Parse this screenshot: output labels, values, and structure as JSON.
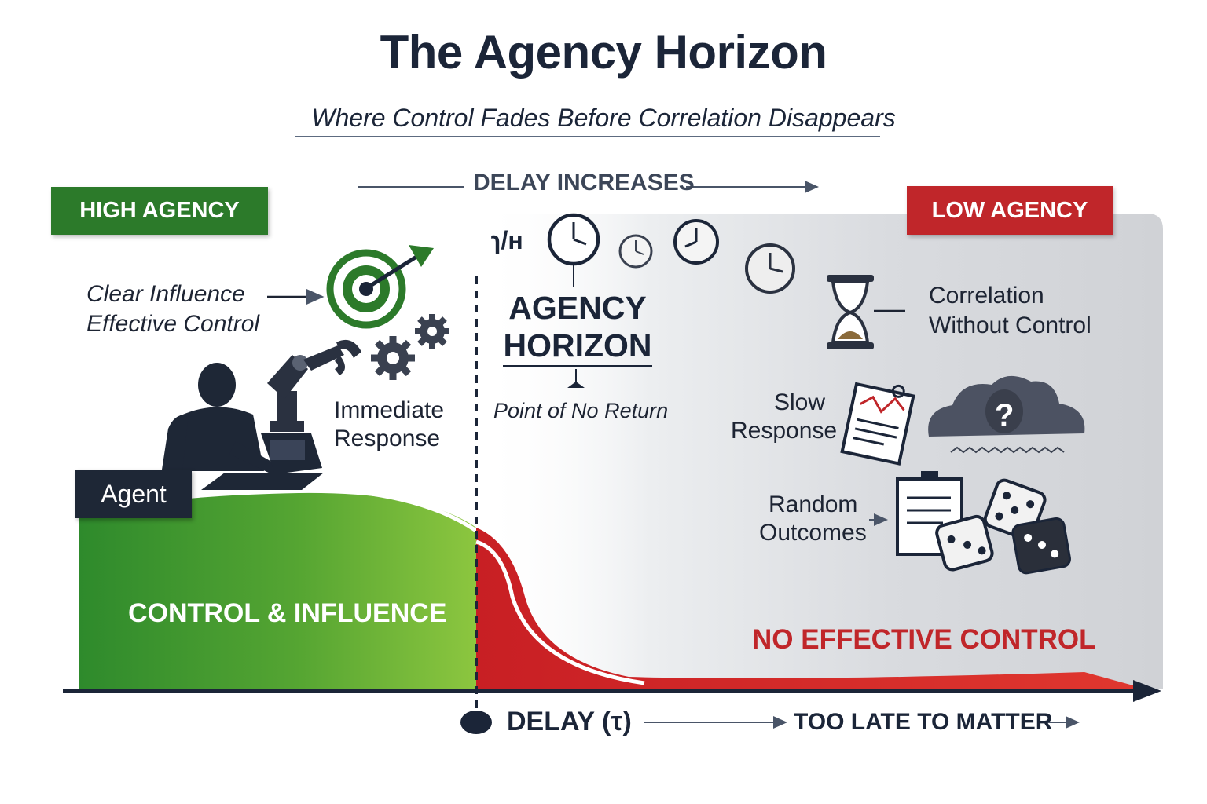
{
  "title": "The Agency Horizon",
  "subtitle": "Where Control Fades Before Correlation Disappears",
  "top_arrow_label": "DELAY INCREASES",
  "high_badge": "HIGH AGENCY",
  "low_badge": "LOW AGENCY",
  "left_labels": {
    "clear_influence": "Clear Influence",
    "effective_control": "Effective Control",
    "immediate_line1": "Immediate",
    "immediate_line2": "Response",
    "agent": "Agent",
    "control_influence": "CONTROL & INFLUENCE"
  },
  "horizon": {
    "line1": "AGENCY",
    "line2": "HORIZON",
    "sub": "Point of No Return",
    "glyph": "ɿ/ʜ"
  },
  "right_labels": {
    "corr_line1": "Correlation",
    "corr_line2": "Without Control",
    "slow_line1": "Slow",
    "slow_line2": "Response",
    "random_line1": "Random",
    "random_line2": "Outcomes",
    "no_control": "NO EFFECTIVE CONTROL"
  },
  "axis": {
    "delay": "DELAY (τ)",
    "too_late": "TOO LATE TO MATTER"
  },
  "colors": {
    "green_dark": "#2c7a2a",
    "green_light": "#8cc63f",
    "red": "#d4262a",
    "navy": "#1b2538",
    "gray_panel": "#d6d8dc"
  },
  "icons": [
    "target-icon",
    "robot-arm-icon",
    "gears-icon",
    "agent-silhouette-icon",
    "clock-icon",
    "hourglass-icon",
    "chart-clipboard-icon",
    "storm-cloud-icon",
    "dice-icon"
  ]
}
